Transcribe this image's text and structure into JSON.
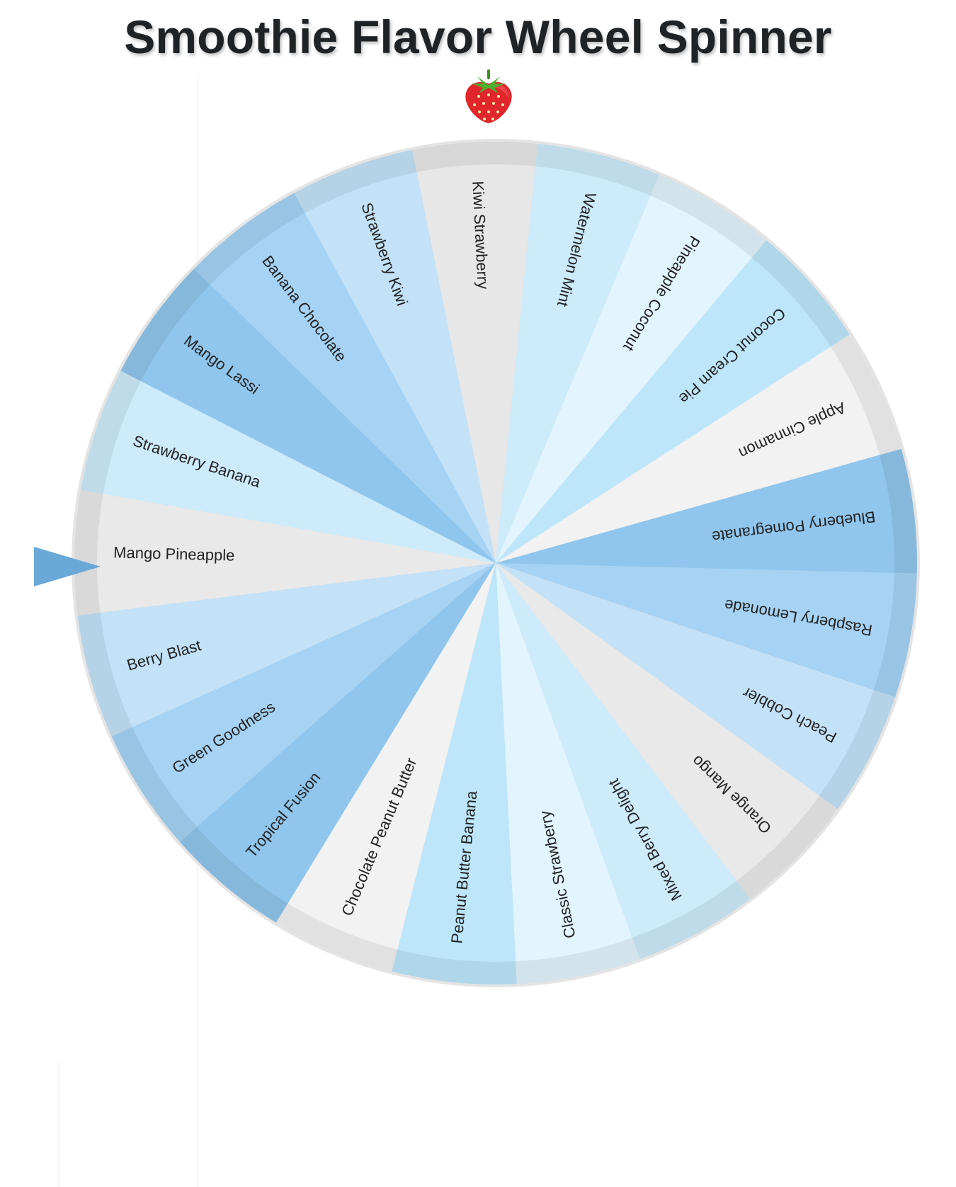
{
  "title": "Smoothie Flavor Wheel Spinner",
  "spinner_icon": "strawberry-icon",
  "pointer": {
    "color": "#6aa8d8",
    "selected": "Mango Pineapple"
  },
  "wheel": {
    "segments": [
      {
        "label": "Kiwi Strawberry",
        "color": "#e7e7e7"
      },
      {
        "label": "Watermelon Mint",
        "color": "#cdebfb"
      },
      {
        "label": "Pineapple Coconut",
        "color": "#e2f4fd"
      },
      {
        "label": "Coconut Cream Pie",
        "color": "#bde6fb"
      },
      {
        "label": "Apple Cinnamon",
        "color": "#f2f2f2"
      },
      {
        "label": "Blueberry Pomegranate",
        "color": "#90c6ed"
      },
      {
        "label": "Raspberry Lemonade",
        "color": "#a6d3f4"
      },
      {
        "label": "Peach Cobbler",
        "color": "#c3e2f8"
      },
      {
        "label": "Orange Mango",
        "color": "#e9e9e9"
      },
      {
        "label": "Mixed Berry Delight",
        "color": "#cdebfb"
      },
      {
        "label": "Classic Strawberry",
        "color": "#e2f4fd"
      },
      {
        "label": "Peanut Butter Banana",
        "color": "#bde6fb"
      },
      {
        "label": "Chocolate Peanut Butter",
        "color": "#f2f2f2"
      },
      {
        "label": "Tropical Fusion",
        "color": "#90c6ed"
      },
      {
        "label": "Green Goodness",
        "color": "#a6d3f4"
      },
      {
        "label": "Berry Blast",
        "color": "#c3e2f8"
      },
      {
        "label": "Mango Pineapple",
        "color": "#e9e9e9"
      },
      {
        "label": "Strawberry Banana",
        "color": "#cdebfb"
      },
      {
        "label": "Mango Lassi",
        "color": "#90c6ed"
      },
      {
        "label": "Banana Chocolate",
        "color": "#a6d3f4"
      },
      {
        "label": "Strawberry Kiwi",
        "color": "#c3e2f8"
      }
    ]
  }
}
